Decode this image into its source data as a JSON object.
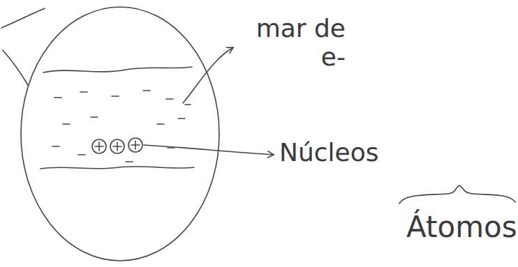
{
  "diagram": {
    "labels": [
      "mar de e-",
      "Núcleos",
      "Átomos"
    ]
  }
}
